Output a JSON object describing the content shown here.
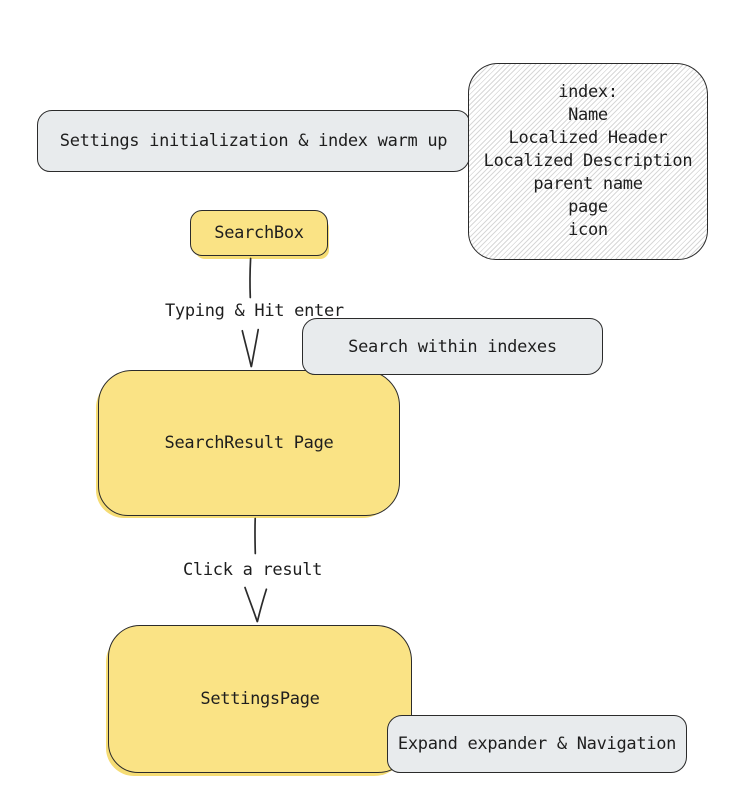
{
  "colors": {
    "yellow": "#FAE385",
    "yellow_shadow": "#F5DC74",
    "gray": "#E8EBED",
    "stroke": "#2B2B2B",
    "text": "#1E1E1E",
    "hatch": "#D8D8D8"
  },
  "nodes": {
    "settings_init": {
      "label": "Settings initialization & index warm up"
    },
    "index_note": {
      "lines": [
        "index:",
        "Name",
        "Localized Header",
        "Localized Description",
        "parent name",
        "page",
        "icon"
      ]
    },
    "search_box": {
      "label": "SearchBox"
    },
    "search_within": {
      "label": "Search within indexes"
    },
    "search_result": {
      "label": "SearchResult Page"
    },
    "settings_page": {
      "label": "SettingsPage"
    },
    "expand_nav": {
      "label": "Expand expander & Navigation"
    }
  },
  "edges": {
    "typing": {
      "label": "Typing & Hit enter"
    },
    "click": {
      "label": "Click a result"
    }
  }
}
